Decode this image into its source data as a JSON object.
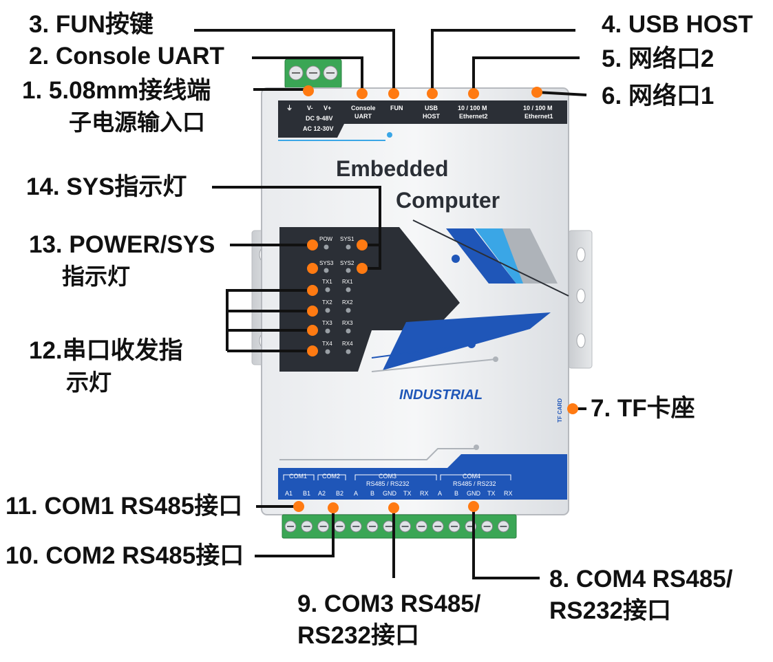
{
  "device": {
    "brand_line1": "Embedded",
    "brand_line2": "Computer",
    "industrial": "INDUSTRIAL",
    "tf_card": "TF CARD",
    "top_panel": {
      "power_v_minus": "V-",
      "power_v_plus": "V+",
      "dc": "DC 9-48V",
      "ac": "AC 12-30V",
      "console_line1": "Console",
      "console_line2": "UART",
      "fun": "FUN",
      "usb_line1": "USB",
      "usb_line2": "HOST",
      "eth2_line1": "10 / 100 M",
      "eth2_line2": "Ethernet2",
      "eth1_line1": "10 / 100 M",
      "eth1_line2": "Ethernet1"
    },
    "leds": {
      "pow": "POW",
      "sys1": "SYS1",
      "sys3": "SYS3",
      "sys2": "SYS2",
      "tx1": "TX1",
      "rx1": "RX1",
      "tx2": "TX2",
      "rx2": "RX2",
      "tx3": "TX3",
      "rx3": "RX3",
      "tx4": "TX4",
      "rx4": "RX4"
    },
    "bottom_panel": {
      "com1": "COM1",
      "com1_pins": [
        "A1",
        "B1"
      ],
      "com2": "COM2",
      "com2_pins": [
        "A2",
        "B2"
      ],
      "com3": "COM3",
      "com3_sub": "RS485 / RS232",
      "com3_pins": [
        "A",
        "B",
        "GND",
        "TX",
        "RX"
      ],
      "com4": "COM4",
      "com4_sub": "RS485 / RS232",
      "com4_pins": [
        "A",
        "B",
        "GND",
        "TX",
        "RX"
      ]
    }
  },
  "callouts": {
    "c1_line1": "1.  5.08mm接线端",
    "c1_line2": "子电源输入口",
    "c2": "2.  Console UART",
    "c3": "3.  FUN按键",
    "c4": "4. USB HOST",
    "c5": "5. 网络口2",
    "c6": "6. 网络口1",
    "c7": "7. TF卡座",
    "c8_line1": "8. COM4 RS485/",
    "c8_line2": "RS232接口",
    "c9_line1": "9. COM3 RS485/",
    "c9_line2": "RS232接口",
    "c10": "10. COM2 RS485接口",
    "c11": "11. COM1 RS485接口",
    "c12_line1": "12.串口收发指",
    "c12_line2": "示灯",
    "c13_line1": "13. POWER/SYS",
    "c13_line2": "指示灯",
    "c14": "14. SYS指示灯"
  },
  "colors": {
    "marker": "#ff7a12",
    "panel_dark": "#2b2f36",
    "device_blue": "#1f56b8",
    "device_light_blue": "#3aa6e6",
    "terminal_green": "#3aa655",
    "line": "#111111"
  }
}
